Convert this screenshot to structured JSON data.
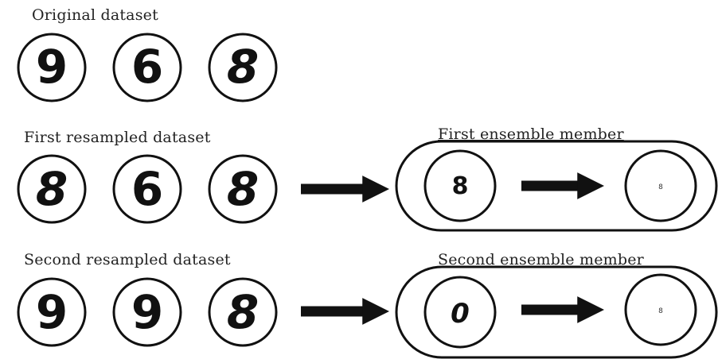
{
  "labels": {
    "original": "Original dataset",
    "first_resampled": "First resampled dataset",
    "second_resampled": "Second resampled dataset",
    "first_member": "First ensemble member",
    "second_member": "Second ensemble member"
  },
  "datasets": {
    "original": [
      "9",
      "6",
      "8"
    ],
    "first_resampled": [
      "8",
      "6",
      "8"
    ],
    "second_resampled": [
      "9",
      "9",
      "8"
    ]
  },
  "members": {
    "first": {
      "input": "8",
      "output": "8"
    },
    "second": {
      "input": "0",
      "output": "8"
    }
  },
  "colors": {
    "stroke": "#111111",
    "background": "#ffffff"
  }
}
